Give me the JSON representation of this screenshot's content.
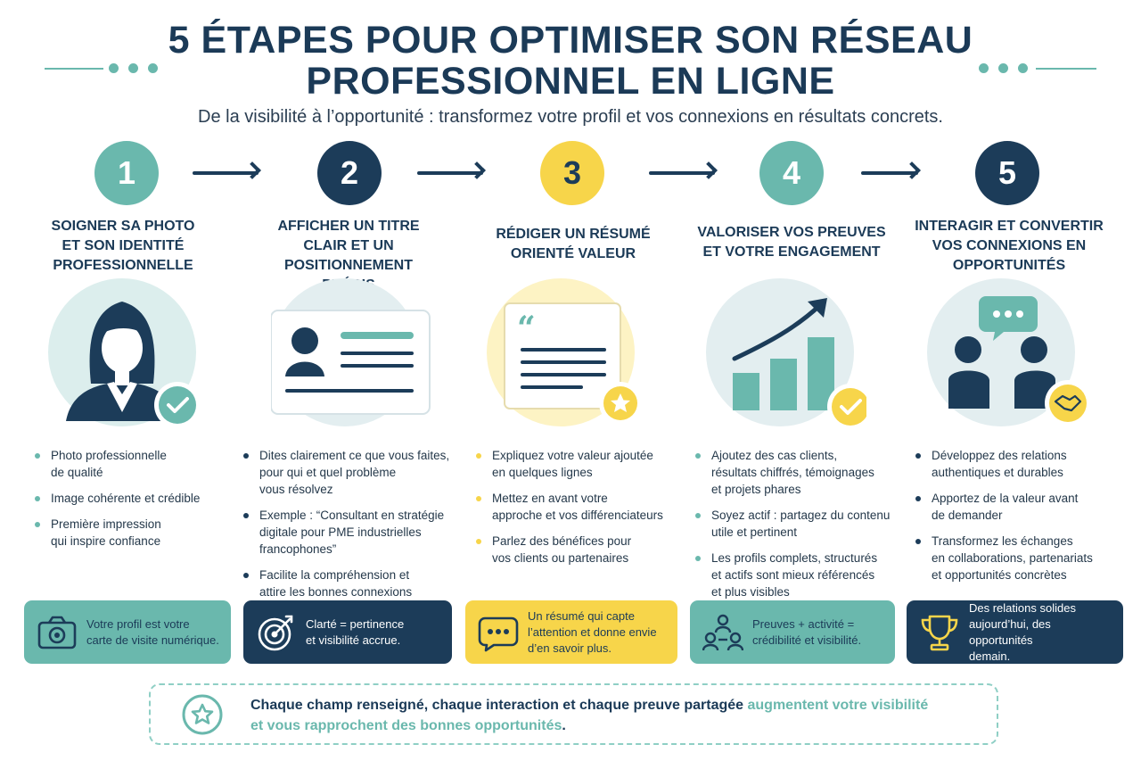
{
  "header": {
    "title_line1": "5 ÉTAPES POUR OPTIMISER SON RÉSEAU",
    "title_line2": "PROFESSIONNEL EN LIGNE",
    "subtitle": "De la visibilité à l’opportunité : transformez votre profil et vos connexions en résultats concrets."
  },
  "colors": {
    "teal": "#6ab8ad",
    "navy": "#1c3c59",
    "yellow": "#f7d54a",
    "light_teal": "#dceeed",
    "light_yellow": "#fdf3c4"
  },
  "steps": [
    {
      "number": "1",
      "title": [
        "SOIGNER SA PHOTO",
        "ET SON IDENTITÉ",
        "PROFESSIONNELLE"
      ],
      "icon": "professional-woman-checkmark-icon",
      "bullets": [
        [
          "Photo professionnelle",
          "de qualité"
        ],
        [
          "Image cohérente et crédible"
        ],
        [
          "Première impression",
          "qui inspire confiance"
        ]
      ],
      "callout_icon": "camera-icon",
      "callout": [
        "Votre profil est votre",
        "carte de visite numérique."
      ]
    },
    {
      "number": "2",
      "title": [
        "AFFICHER UN TITRE",
        "CLAIR ET UN POSITIONNEMENT",
        "PRÉCIS"
      ],
      "icon": "profile-card-icon",
      "bullets": [
        [
          "Dites clairement ce que vous faites,",
          "pour qui et quel problème",
          "vous résolvez"
        ],
        [
          "Exemple : “Consultant en stratégie",
          "digitale pour PME industrielles",
          "francophones”"
        ],
        [
          "Facilite la compréhension et",
          "attire les bonnes connexions"
        ]
      ],
      "callout_icon": "target-icon",
      "callout": [
        "Clarté = pertinence",
        "et visibilité accrue."
      ]
    },
    {
      "number": "3",
      "title": [
        "RÉDIGER UN RÉSUMÉ",
        "ORIENTÉ VALEUR"
      ],
      "icon": "quote-document-star-icon",
      "bullets": [
        [
          "Expliquez votre valeur ajoutée",
          "en quelques lignes"
        ],
        [
          "Mettez en avant votre",
          "approche et vos différenciateurs"
        ],
        [
          "Parlez des bénéfices pour",
          "vos clients ou partenaires"
        ]
      ],
      "callout_icon": "speech-bubble-icon",
      "callout": [
        "Un résumé qui capte",
        "l’attention et donne envie",
        "d’en savoir plus."
      ]
    },
    {
      "number": "4",
      "title": [
        "VALORISER VOS PREUVES",
        "ET VOTRE ENGAGEMENT"
      ],
      "icon": "growth-chart-icon",
      "bullets": [
        [
          "Ajoutez des cas clients,",
          "résultats chiffrés, témoignages",
          "et projets phares"
        ],
        [
          "Soyez actif : partagez du contenu",
          "utile et pertinent"
        ],
        [
          "Les profils complets, structurés",
          "et actifs sont mieux référencés",
          "et plus visibles"
        ]
      ],
      "callout_icon": "network-people-icon",
      "callout": [
        "Preuves + activité =",
        "crédibilité et visibilité."
      ]
    },
    {
      "number": "5",
      "title": [
        "INTERAGIR ET CONVERTIR",
        "VOS CONNEXIONS EN",
        "OPPORTUNITÉS"
      ],
      "icon": "conversation-handshake-icon",
      "bullets": [
        [
          "Développez des relations",
          "authentiques et durables"
        ],
        [
          "Apportez de la valeur avant",
          "de demander"
        ],
        [
          "Transformez les échanges",
          "en collaborations, partenariats",
          "et opportunités concrètes"
        ]
      ],
      "callout_icon": "trophy-icon",
      "callout": [
        "Des relations solides",
        "aujourd’hui, des opportunités",
        "demain."
      ]
    }
  ],
  "footer": {
    "icon": "star-icon",
    "text_dark": "Chaque champ renseigné, chaque interaction et chaque preuve partagée ",
    "text_highlight_1": "augmentent votre visibilité",
    "text_highlight_2": "et vous rapprochent des bonnes opportunités",
    "text_end": "."
  }
}
